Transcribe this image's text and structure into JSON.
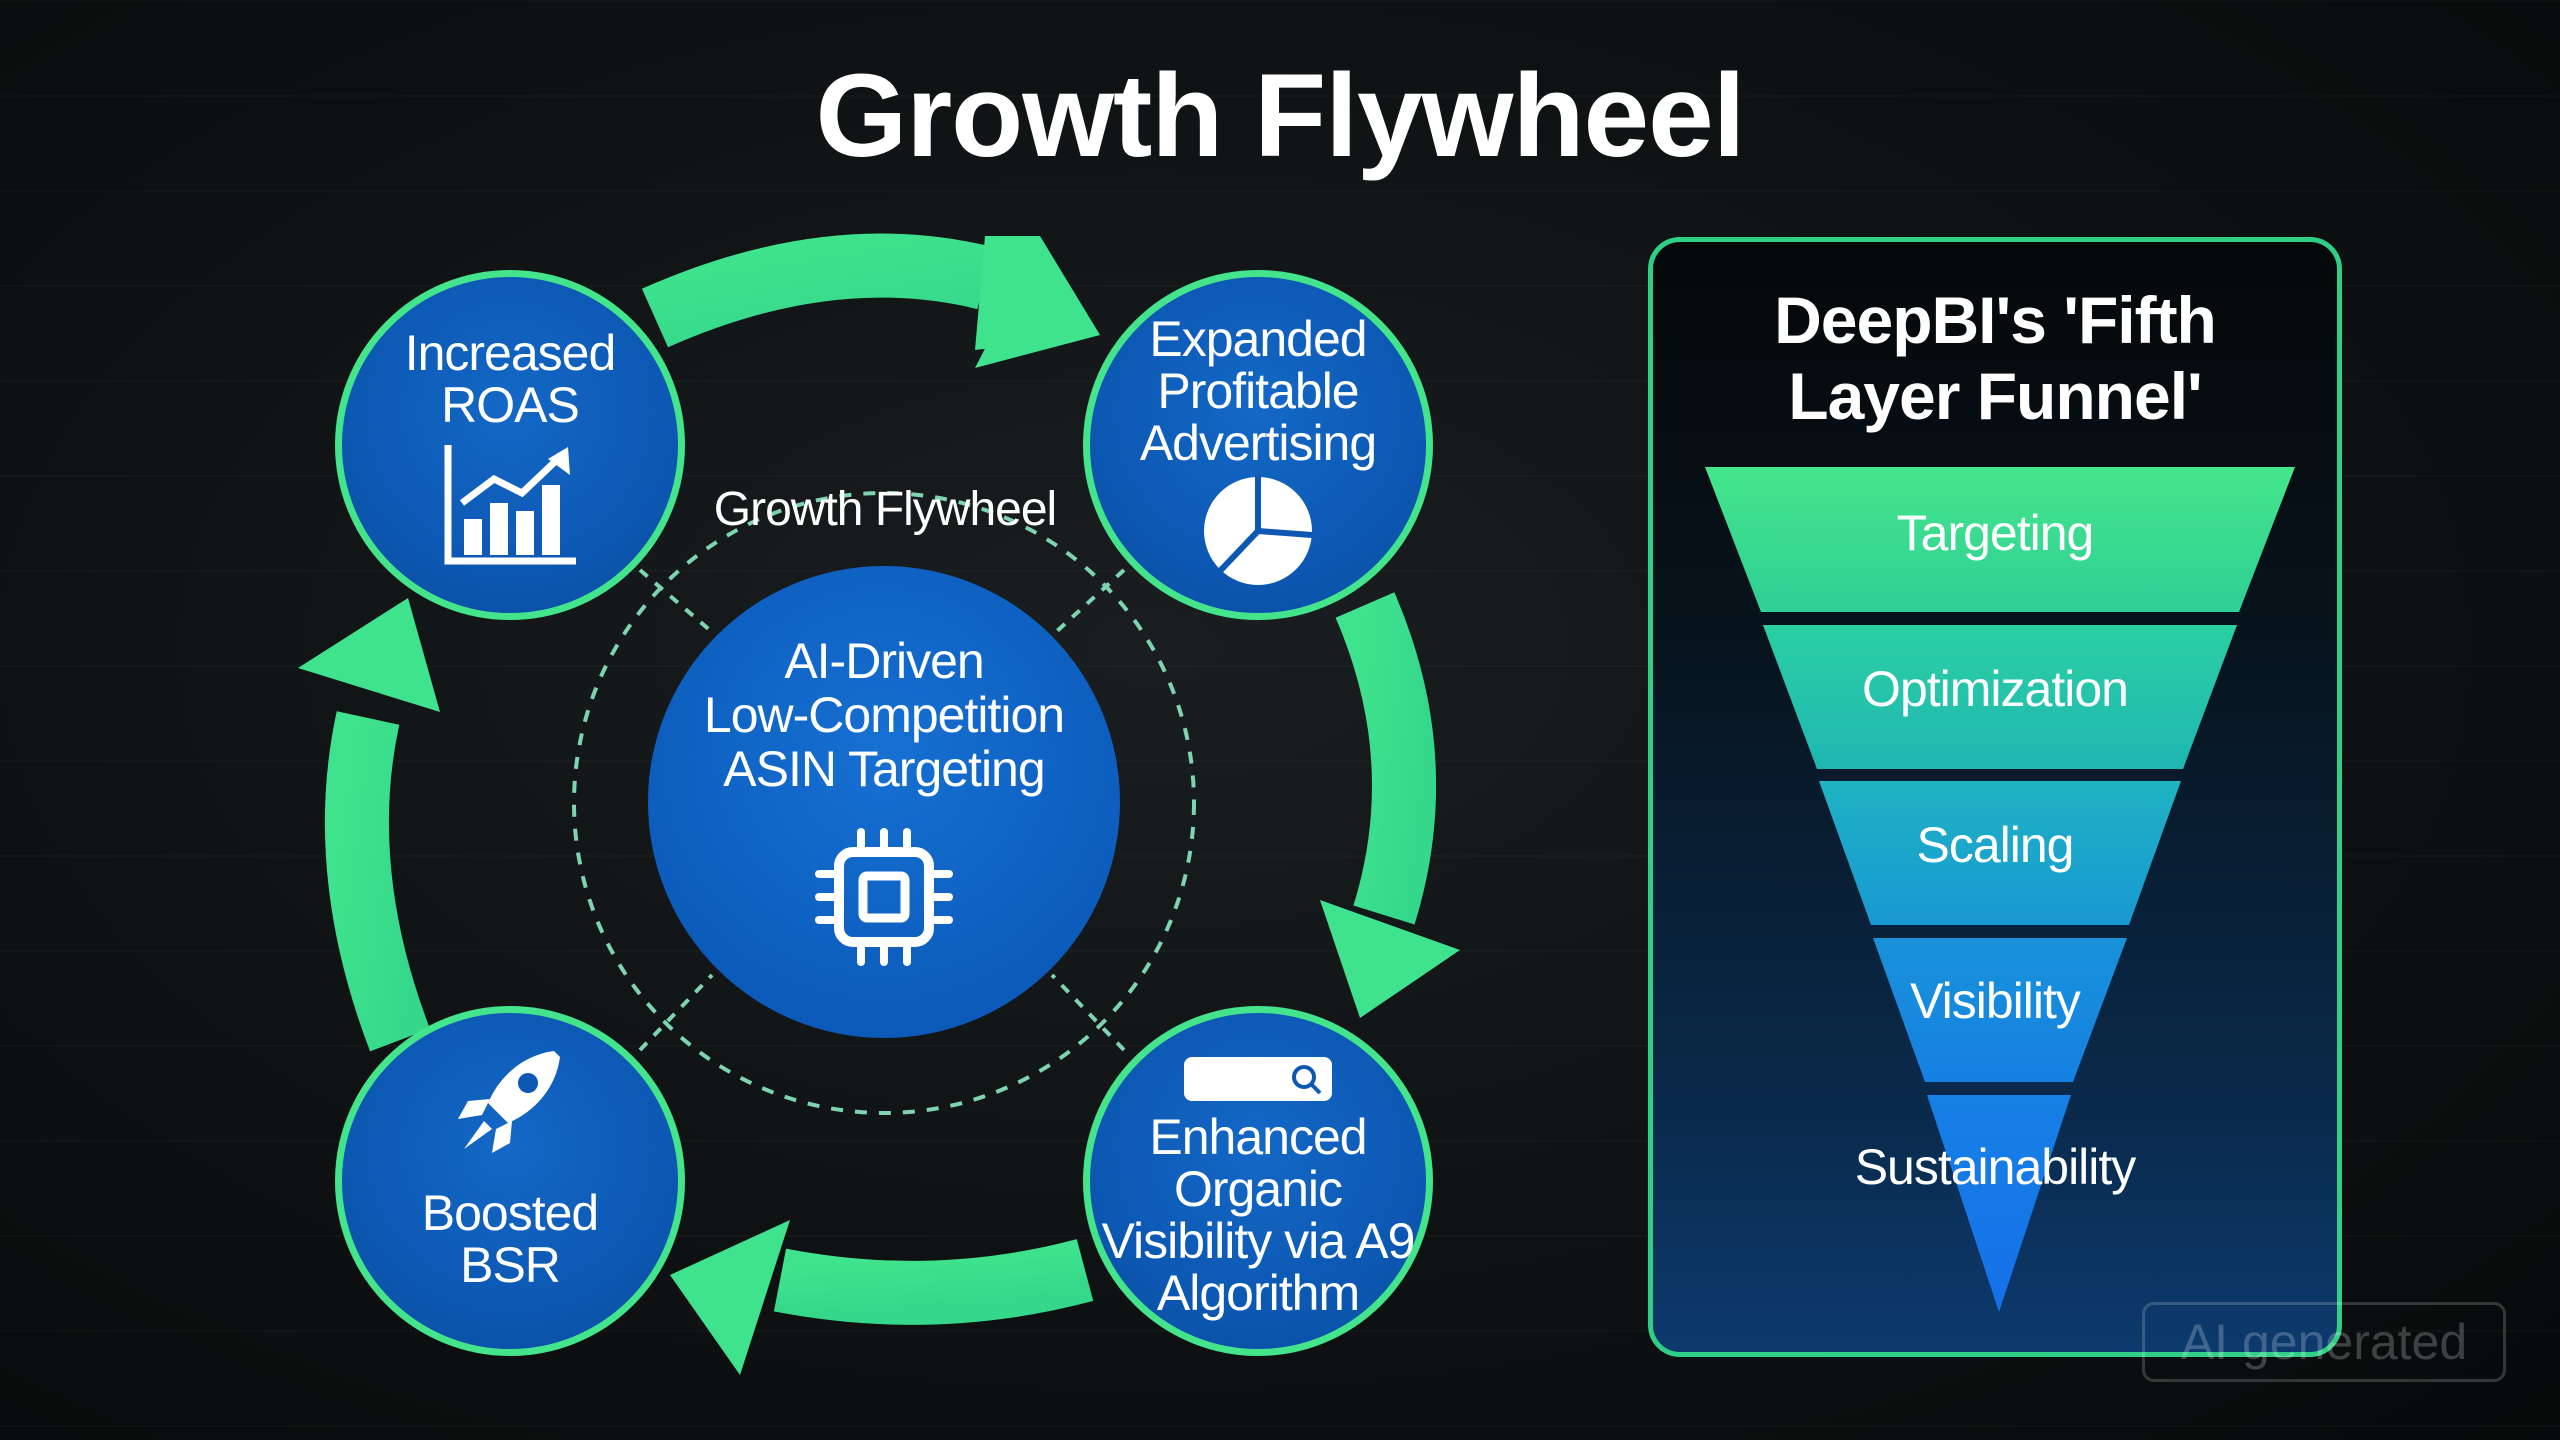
{
  "title": "Growth Flywheel",
  "colors": {
    "accent_green": "#43e48b",
    "node_blue": "#0c58b3",
    "background": "#0f1213"
  },
  "flywheel": {
    "label": "Growth Flywheel",
    "center": {
      "lines": [
        "AI-Driven",
        "Low-Competition",
        "ASIN Targeting"
      ],
      "icon": "chip-icon"
    },
    "nodes": [
      {
        "id": "roas",
        "lines": [
          "Increased",
          "ROAS"
        ],
        "icon": "bar-chart-icon"
      },
      {
        "id": "advertising",
        "lines": [
          "Expanded",
          "Profitable",
          "Advertising"
        ],
        "icon": "pie-chart-icon"
      },
      {
        "id": "organic",
        "lines": [
          "Enhanced",
          "Organic",
          "Visibility via A9",
          "Algorithm"
        ],
        "icon": "search-bar-icon"
      },
      {
        "id": "bsr",
        "lines": [
          "Boosted",
          "BSR"
        ],
        "icon": "rocket-icon"
      }
    ]
  },
  "funnel": {
    "title_lines": [
      "DeepBI's 'Fifth",
      "Layer Funnel'"
    ],
    "layers": [
      {
        "label": "Targeting",
        "color": "#3ee08f"
      },
      {
        "label": "Optimization",
        "color": "#25c7a6"
      },
      {
        "label": "Scaling",
        "color": "#1aa9c8"
      },
      {
        "label": "Visibility",
        "color": "#168cdc"
      },
      {
        "label": "Sustainability",
        "color": "#1776e6"
      }
    ]
  },
  "watermark": "AI generated"
}
